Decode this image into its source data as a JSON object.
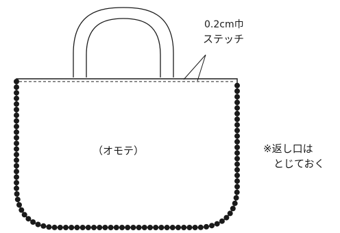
{
  "diagram": {
    "stitch_width_label": "0.2cm巾",
    "stitch_label": "ステッチ",
    "face_label": "（オモテ）",
    "note_line1": "※返し口は",
    "note_line2": "とじておく"
  },
  "colors": {
    "line": "#1a1a1a",
    "bead": "#1a1a1a",
    "background": "#ffffff"
  }
}
